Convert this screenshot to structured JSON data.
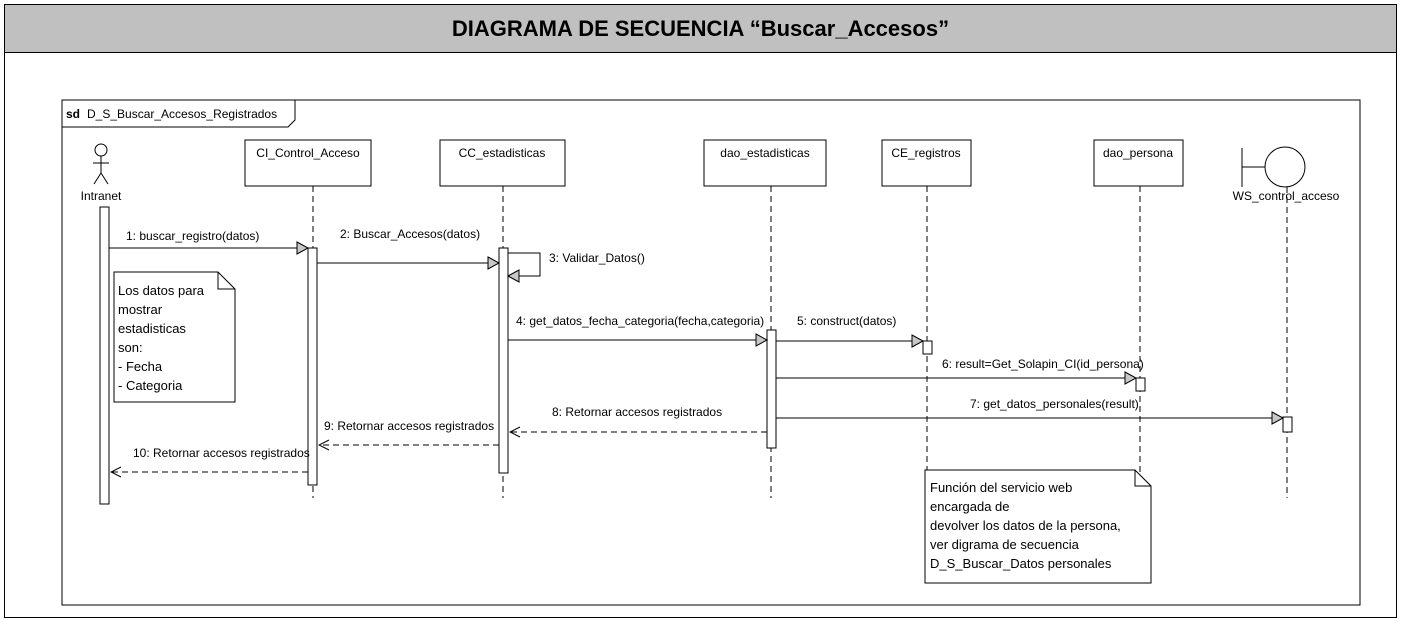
{
  "title": "DIAGRAMA DE SECUENCIA  “Buscar_Accesos”",
  "frame": {
    "keyword": "sd",
    "name": "D_S_Buscar_Accesos_Registrados"
  },
  "actor": {
    "name": "Intranet"
  },
  "lifelines": [
    {
      "id": "ci",
      "label": "CI_Control_Acceso"
    },
    {
      "id": "cc",
      "label": "CC_estadisticas"
    },
    {
      "id": "dao_est",
      "label": "dao_estadisticas"
    },
    {
      "id": "ce",
      "label": "CE_registros"
    },
    {
      "id": "dao_per",
      "label": "dao_persona"
    }
  ],
  "boundary": {
    "label": "WS_control_acceso"
  },
  "messages": [
    {
      "label": "1: buscar_registro(datos)"
    },
    {
      "label": "2: Buscar_Accesos(datos)"
    },
    {
      "label": "3: Validar_Datos()"
    },
    {
      "label": "4: get_datos_fecha_categoria(fecha,categoria)"
    },
    {
      "label": "5: construct(datos)"
    },
    {
      "label": "6: result=Get_Solapin_CI(id_persona)"
    },
    {
      "label": "7: get_datos_personales(result)"
    },
    {
      "label": "8: Retornar accesos registrados"
    },
    {
      "label": "9: Retornar accesos registrados"
    },
    {
      "label": "10: Retornar accesos registrados"
    }
  ],
  "notes": [
    {
      "lines": [
        "Los datos para",
        "mostrar",
        "estadisticas",
        "son:",
        "- Fecha",
        "- Categoria"
      ]
    },
    {
      "lines": [
        "Función del servicio web",
        "encargada de",
        "devolver los datos de la persona,",
        "ver digrama de secuencia",
        "D_S_Buscar_Datos personales"
      ]
    }
  ]
}
